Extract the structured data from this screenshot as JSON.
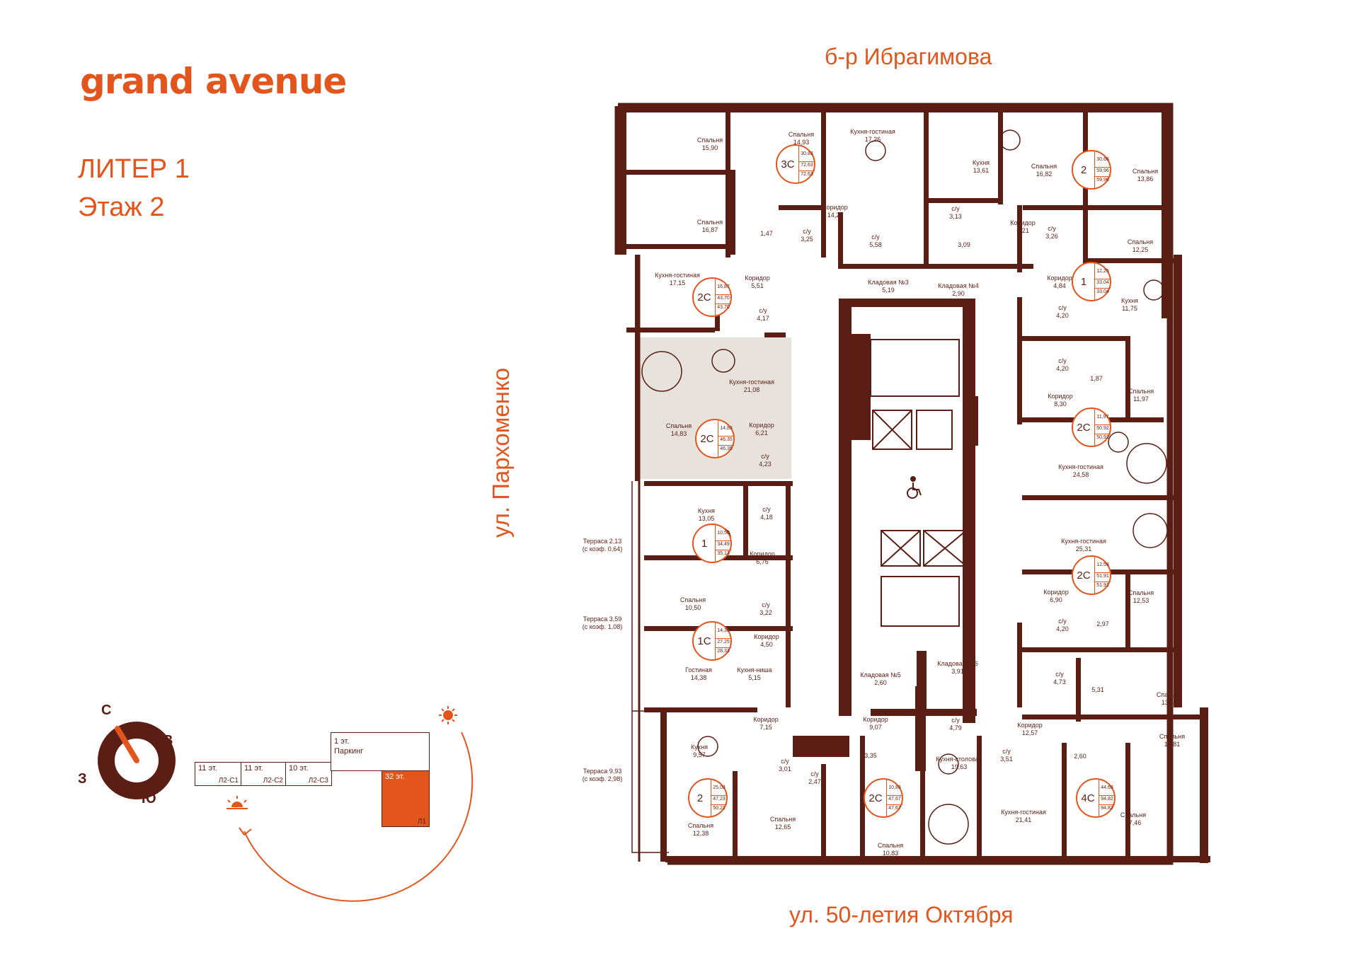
{
  "brand": "grand avenue",
  "header": {
    "liter": "ЛИТЕР 1",
    "floor": "Этаж 2"
  },
  "streets": {
    "north": "б-р Ибрагимова",
    "south": "ул. 50-летия Октября",
    "west": "ул. Пархоменко"
  },
  "colors": {
    "brand": "#e2561d",
    "wall": "#5a1e14",
    "highlight": "#e8e2dc"
  },
  "compass": {
    "n": "С",
    "e": "В",
    "s": "Ю",
    "w": "З"
  },
  "keyplan": {
    "sections": [
      {
        "top": "11 эт.",
        "label": "Л2-С1"
      },
      {
        "top": "11 эт.",
        "label": "Л2-С2"
      },
      {
        "top": "10 эт.",
        "label": "Л2-С3"
      }
    ],
    "parking_floor": "1 эт.",
    "parking": "Паркинг",
    "current_floors": "32 эт.",
    "current_label": "Л1"
  },
  "terraces": [
    {
      "name": "Терраса 2,13",
      "coef": "(с коэф. 0,64)"
    },
    {
      "name": "Терраса 3,59",
      "coef": "(с коэф. 1,08)"
    },
    {
      "name": "Терраса 9,93",
      "coef": "(с коэф. 2,98)"
    }
  ],
  "apartments": [
    {
      "type": "3С",
      "values": [
        "30,83",
        "72,63",
        "72,63"
      ]
    },
    {
      "type": "2",
      "values": [
        "30,66",
        "59,96",
        "59,96"
      ]
    },
    {
      "type": "2С",
      "values": [
        "16,87",
        "43,70",
        "43,70"
      ]
    },
    {
      "type": "1",
      "values": [
        "12,25",
        "33,04",
        "33,04"
      ]
    },
    {
      "type": "2С",
      "values": [
        "14,83",
        "46,35",
        "46,35"
      ]
    },
    {
      "type": "2С",
      "values": [
        "11,97",
        "50,92",
        "50,92"
      ]
    },
    {
      "type": "1",
      "values": [
        "10,50",
        "34,49",
        "35,13"
      ]
    },
    {
      "type": "2С",
      "values": [
        "12,53",
        "51,91",
        "51,91"
      ]
    },
    {
      "type": "1С",
      "values": [
        "14,38",
        "27,25",
        "28,33"
      ]
    },
    {
      "type": "2",
      "values": [
        "25,03",
        "47,23",
        "50,21"
      ]
    },
    {
      "type": "2С",
      "values": [
        "10,83",
        "47,67",
        "47,67"
      ]
    },
    {
      "type": "4С",
      "values": [
        "44,69",
        "94,82",
        "94,82"
      ]
    }
  ],
  "rooms": [
    {
      "name": "Спальня",
      "area": "15,90"
    },
    {
      "name": "Спальня",
      "area": "14,93"
    },
    {
      "name": "Кухня-гостиная",
      "area": "17,26"
    },
    {
      "name": "Кухня",
      "area": "13,61"
    },
    {
      "name": "Спальня",
      "area": "16,82"
    },
    {
      "name": "Спальня",
      "area": "13,86"
    },
    {
      "name": "Спальня",
      "area": "16,87"
    },
    {
      "name": "Коридор",
      "area": "14,24"
    },
    {
      "name": "",
      "area": "1,47"
    },
    {
      "name": "с/у",
      "area": "3,25"
    },
    {
      "name": "с/у",
      "area": "5,58"
    },
    {
      "name": "с/у",
      "area": "3,13"
    },
    {
      "name": "Коридор",
      "area": "6,21"
    },
    {
      "name": "с/у",
      "area": "3,26"
    },
    {
      "name": "Спальня",
      "area": "12,25"
    },
    {
      "name": "",
      "area": "3,09"
    },
    {
      "name": "Кухня-гостиная",
      "area": "17,15"
    },
    {
      "name": "Коридор",
      "area": "5,51"
    },
    {
      "name": "Кладовая №3",
      "area": "5,19"
    },
    {
      "name": "Кладовая №4",
      "area": "2,90"
    },
    {
      "name": "Коридор",
      "area": "4,84"
    },
    {
      "name": "Кухня",
      "area": "11,75"
    },
    {
      "name": "с/у",
      "area": "4,17"
    },
    {
      "name": "с/у",
      "area": "4,20"
    },
    {
      "name": "Кухня-гостиная",
      "area": "21,08"
    },
    {
      "name": "с/у",
      "area": "4,20"
    },
    {
      "name": "",
      "area": "1,87"
    },
    {
      "name": "Спальня",
      "area": "11,97"
    },
    {
      "name": "Коридор",
      "area": "8,30"
    },
    {
      "name": "Спальня",
      "area": "14,83"
    },
    {
      "name": "Коридор",
      "area": "6,21"
    },
    {
      "name": "с/у",
      "area": "4,23"
    },
    {
      "name": "Кухня-гостиная",
      "area": "24,58"
    },
    {
      "name": "Кухня",
      "area": "13,05"
    },
    {
      "name": "с/у",
      "area": "4,18"
    },
    {
      "name": "Коридор",
      "area": "6,76"
    },
    {
      "name": "Кухня-гостиная",
      "area": "25,31"
    },
    {
      "name": "Спальня",
      "area": "10,50"
    },
    {
      "name": "с/у",
      "area": "3,22"
    },
    {
      "name": "Коридор",
      "area": "6,90"
    },
    {
      "name": "Спальня",
      "area": "12,53"
    },
    {
      "name": "Коридор",
      "area": "4,50"
    },
    {
      "name": "с/у",
      "area": "4,20"
    },
    {
      "name": "",
      "area": "2,97"
    },
    {
      "name": "Гостиная",
      "area": "14,38"
    },
    {
      "name": "Кухня-ниша",
      "area": "5,15"
    },
    {
      "name": "Кладовая №5",
      "area": "2,60"
    },
    {
      "name": "Кладовая №6",
      "area": "3,91"
    },
    {
      "name": "с/у",
      "area": "4,73"
    },
    {
      "name": "",
      "area": "5,31"
    },
    {
      "name": "Спальня",
      "area": "13,42"
    },
    {
      "name": "Коридор",
      "area": "7,15"
    },
    {
      "name": "Коридор",
      "area": "9,07"
    },
    {
      "name": "с/у",
      "area": "4,79"
    },
    {
      "name": "Коридор",
      "area": "12,57"
    },
    {
      "name": "Спальня",
      "area": "13,81"
    },
    {
      "name": "Кухня",
      "area": "9,57"
    },
    {
      "name": "",
      "area": "3,35"
    },
    {
      "name": "Кухня-столовая",
      "area": "19,63"
    },
    {
      "name": "с/у",
      "area": "3,51"
    },
    {
      "name": "",
      "area": "2,60"
    },
    {
      "name": "с/у",
      "area": "3,01"
    },
    {
      "name": "с/у",
      "area": "2,47"
    },
    {
      "name": "Спальня",
      "area": "12,65"
    },
    {
      "name": "Кухня-гостиная",
      "area": "21,41"
    },
    {
      "name": "Спальня",
      "area": "17,46"
    },
    {
      "name": "Спальня",
      "area": "12,38"
    },
    {
      "name": "Спальня",
      "area": "10,83"
    }
  ]
}
